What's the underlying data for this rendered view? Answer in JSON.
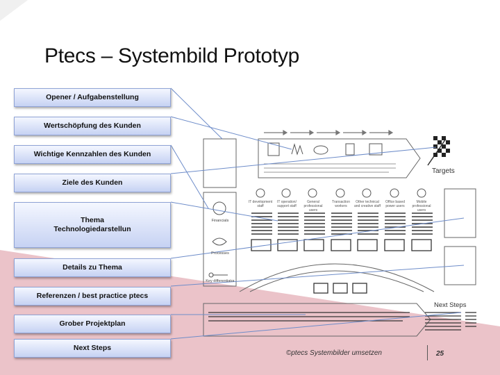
{
  "slide": {
    "title": "Ptecs – Systembild Prototyp"
  },
  "buttons": [
    {
      "label": "Opener / Aufgabenstellung"
    },
    {
      "label": "Wertschöpfung des Kunden"
    },
    {
      "label": "Wichtige Kennzahlen des Kunden"
    },
    {
      "label": "Ziele des Kunden"
    },
    {
      "label": "Thema\nTechnologiedarstellun"
    },
    {
      "label": "Details zu Thema"
    },
    {
      "label": "Referenzen / best practice ptecs"
    },
    {
      "label": "Grober Projektplan"
    },
    {
      "label": "Next Steps"
    }
  ],
  "sketch": {
    "targets": "Targets",
    "next_steps": "Next Steps",
    "roles": [
      "IT development staff",
      "IT operation/ support staff",
      "General professional users",
      "Transaction workers",
      "Other technical and creative staff",
      "Office based power users",
      "Mobile professional users"
    ],
    "side_items": [
      "Financials",
      "Processes",
      "Key differentiator"
    ]
  },
  "footer": {
    "text": "©ptecs Systembilder umsetzen",
    "page": "25"
  },
  "colors": {
    "button_top": "#f4f7ff",
    "button_bottom": "#c6d2f3",
    "button_border": "#8fa3d6",
    "pink_band": "#e8b9bf",
    "connector": "#6d8cc9"
  }
}
